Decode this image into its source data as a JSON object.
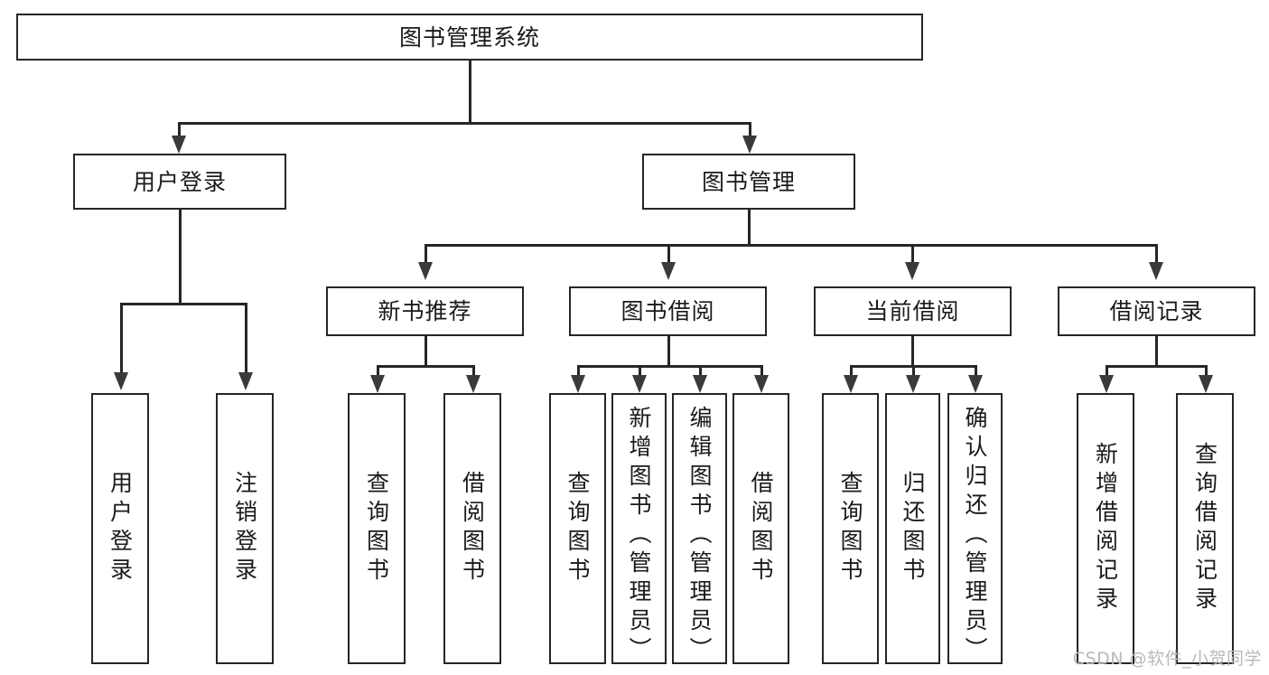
{
  "diagram": {
    "title": "图书管理系统",
    "type": "功能结构图",
    "watermark": "CSDN @软件_小贺同学"
  },
  "root": {
    "label": "图书管理系统"
  },
  "level2": [
    {
      "id": "user-login",
      "label": "用户登录"
    },
    {
      "id": "book-manage",
      "label": "图书管理"
    }
  ],
  "level3": [
    {
      "id": "new-book-recommend",
      "label": "新书推荐"
    },
    {
      "id": "book-borrow",
      "label": "图书借阅"
    },
    {
      "id": "current-borrow",
      "label": "当前借阅"
    },
    {
      "id": "borrow-record",
      "label": "借阅记录"
    }
  ],
  "leaves": {
    "user_login": [
      {
        "id": "leaf-user-login",
        "label": "用户登录"
      },
      {
        "id": "leaf-logout-login",
        "label": "注销登录"
      }
    ],
    "new_book_recommend": [
      {
        "id": "leaf-query-book-1",
        "label": "查询图书"
      },
      {
        "id": "leaf-borrow-book-1",
        "label": "借阅图书"
      }
    ],
    "book_borrow": [
      {
        "id": "leaf-query-book-2",
        "label": "查询图书"
      },
      {
        "id": "leaf-add-book",
        "label": "新增图书（管理员）"
      },
      {
        "id": "leaf-edit-book",
        "label": "编辑图书（管理员）"
      },
      {
        "id": "leaf-borrow-book-2",
        "label": "借阅图书"
      }
    ],
    "current_borrow": [
      {
        "id": "leaf-query-book-3",
        "label": "查询图书"
      },
      {
        "id": "leaf-return-book",
        "label": "归还图书"
      },
      {
        "id": "leaf-confirm-return",
        "label": "确认归还（管理员）"
      }
    ],
    "borrow_record": [
      {
        "id": "leaf-add-record",
        "label": "新增借阅记录"
      },
      {
        "id": "leaf-query-record",
        "label": "查询借阅记录"
      }
    ]
  },
  "colors": {
    "stroke": "#262626",
    "background": "#ffffff",
    "text": "#1a1a1a",
    "watermark": "#b9b9b9"
  },
  "chart_data": {
    "type": "tree",
    "title": "图书管理系统 功能结构图",
    "nodes": [
      {
        "id": "root",
        "label": "图书管理系统",
        "level": 0,
        "parent": null
      },
      {
        "id": "user-login",
        "label": "用户登录",
        "level": 1,
        "parent": "root"
      },
      {
        "id": "book-manage",
        "label": "图书管理",
        "level": 1,
        "parent": "root"
      },
      {
        "id": "leaf-user-login",
        "label": "用户登录",
        "level": 2,
        "parent": "user-login"
      },
      {
        "id": "leaf-logout-login",
        "label": "注销登录",
        "level": 2,
        "parent": "user-login"
      },
      {
        "id": "new-book-recommend",
        "label": "新书推荐",
        "level": 2,
        "parent": "book-manage"
      },
      {
        "id": "book-borrow",
        "label": "图书借阅",
        "level": 2,
        "parent": "book-manage"
      },
      {
        "id": "current-borrow",
        "label": "当前借阅",
        "level": 2,
        "parent": "book-manage"
      },
      {
        "id": "borrow-record",
        "label": "借阅记录",
        "level": 2,
        "parent": "book-manage"
      },
      {
        "id": "leaf-query-book-1",
        "label": "查询图书",
        "level": 3,
        "parent": "new-book-recommend"
      },
      {
        "id": "leaf-borrow-book-1",
        "label": "借阅图书",
        "level": 3,
        "parent": "new-book-recommend"
      },
      {
        "id": "leaf-query-book-2",
        "label": "查询图书",
        "level": 3,
        "parent": "book-borrow"
      },
      {
        "id": "leaf-add-book",
        "label": "新增图书（管理员）",
        "level": 3,
        "parent": "book-borrow"
      },
      {
        "id": "leaf-edit-book",
        "label": "编辑图书（管理员）",
        "level": 3,
        "parent": "book-borrow"
      },
      {
        "id": "leaf-borrow-book-2",
        "label": "借阅图书",
        "level": 3,
        "parent": "book-borrow"
      },
      {
        "id": "leaf-query-book-3",
        "label": "查询图书",
        "level": 3,
        "parent": "current-borrow"
      },
      {
        "id": "leaf-return-book",
        "label": "归还图书",
        "level": 3,
        "parent": "current-borrow"
      },
      {
        "id": "leaf-confirm-return",
        "label": "确认归还（管理员）",
        "level": 3,
        "parent": "current-borrow"
      },
      {
        "id": "leaf-add-record",
        "label": "新增借阅记录",
        "level": 3,
        "parent": "borrow-record"
      },
      {
        "id": "leaf-query-record",
        "label": "查询借阅记录",
        "level": 3,
        "parent": "borrow-record"
      }
    ]
  }
}
